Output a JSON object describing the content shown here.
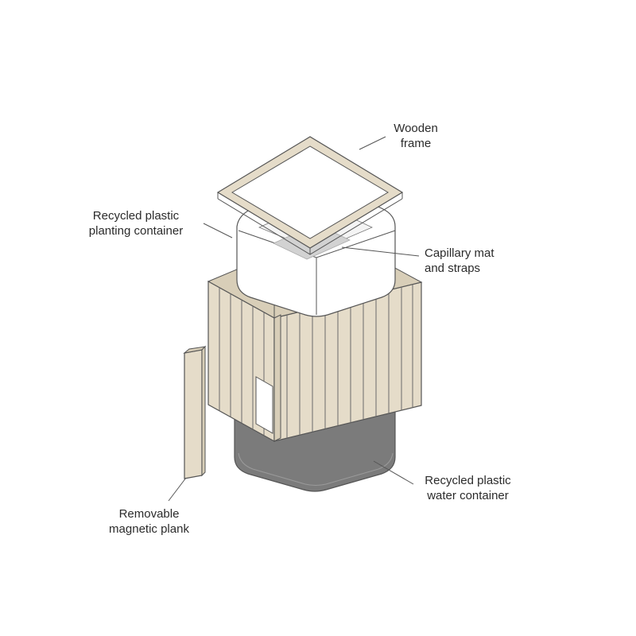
{
  "labels": {
    "wooden_frame": [
      "Wooden",
      "frame"
    ],
    "planting_container": [
      "Recycled plastic",
      "planting container"
    ],
    "capillary_mat": [
      "Capillary mat",
      "and straps"
    ],
    "water_container": [
      "Recycled plastic",
      "water container"
    ],
    "magnetic_plank": [
      "Removable",
      "magnetic plank"
    ]
  },
  "colors": {
    "wood": "#e5dcc9",
    "wood_shade": "#d8ceb8",
    "outline": "#555555",
    "water_container": "#7b7b7b",
    "water_container_dark": "#5e5e5e",
    "capillary_mat": "#d2d2d2",
    "planting_container": "#ffffff"
  }
}
